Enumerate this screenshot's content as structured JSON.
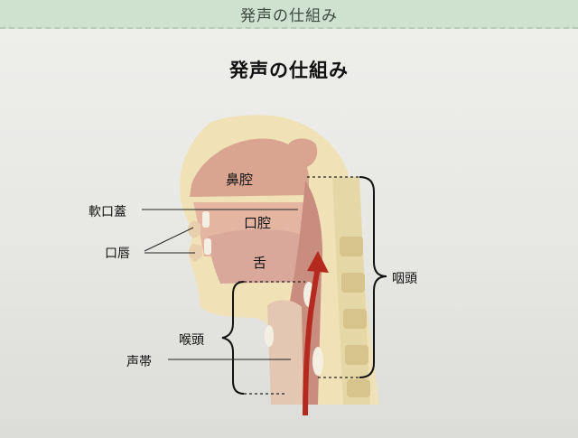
{
  "header": {
    "title": "発声の仕組み"
  },
  "slide": {
    "title": "発声の仕組み"
  },
  "diagram": {
    "labels": {
      "nasal_cavity": "鼻腔",
      "oral_cavity": "口腔",
      "tongue": "舌",
      "soft_palate": "軟口蓋",
      "lips": "口唇",
      "pharynx": "咽頭",
      "larynx": "喉頭",
      "vocal_cords": "声帯"
    },
    "colors": {
      "skin": "#f0e2b6",
      "cavity": "#d9a590",
      "tissue": "#e4b6a2",
      "bone": "#d7c48c",
      "arrow": "#b52a1f"
    }
  }
}
